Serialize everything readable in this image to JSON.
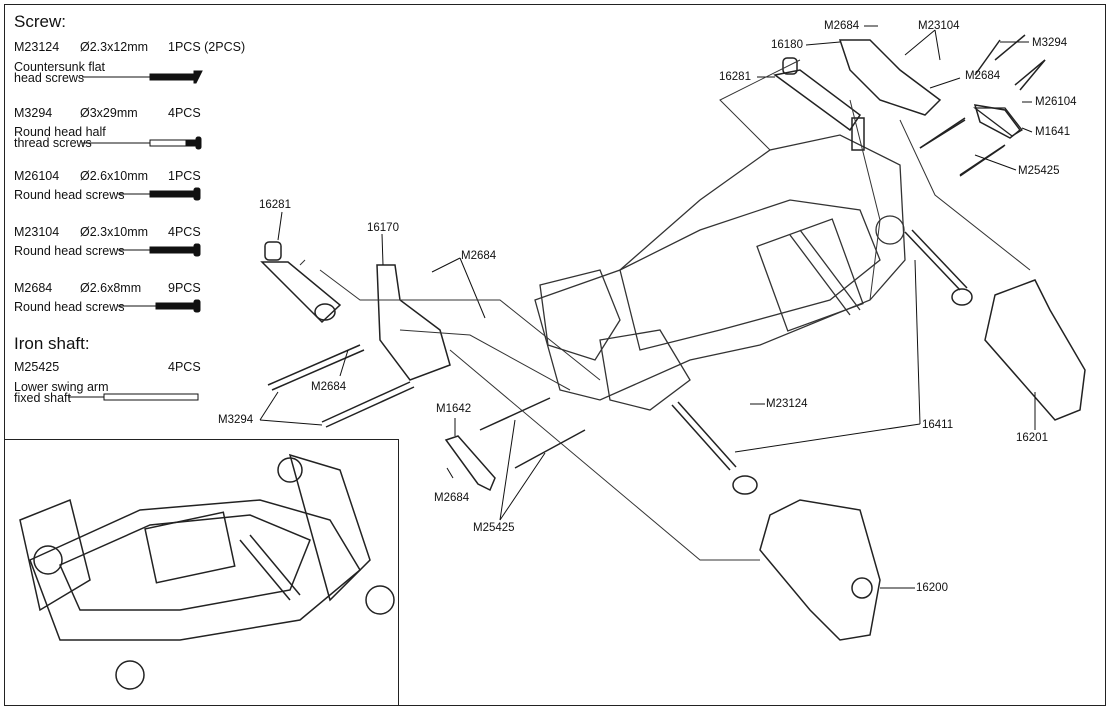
{
  "screw_section": {
    "heading": "Screw:",
    "items": [
      {
        "code": "M23124",
        "size": "Ø2.3x12mm",
        "qty": "1PCS (2PCS)",
        "desc_line1": "Countersunk flat",
        "desc_line2": "head screws"
      },
      {
        "code": "M3294",
        "size": "Ø3x29mm",
        "qty": "4PCS",
        "desc_line1": "Round head half",
        "desc_line2": "thread screws"
      },
      {
        "code": "M26104",
        "size": "Ø2.6x10mm",
        "qty": "1PCS",
        "desc_line1": "Round head screws",
        "desc_line2": ""
      },
      {
        "code": "M23104",
        "size": "Ø2.3x10mm",
        "qty": "4PCS",
        "desc_line1": "Round head screws",
        "desc_line2": ""
      },
      {
        "code": "M2684",
        "size": "Ø2.6x8mm",
        "qty": "9PCS",
        "desc_line1": "Round head screws",
        "desc_line2": ""
      }
    ]
  },
  "shaft_section": {
    "heading": "Iron shaft:",
    "code": "M25425",
    "qty": "4PCS",
    "desc_line1": "Lower swing arm",
    "desc_line2": "fixed shaft"
  },
  "callouts": {
    "c16281_left": "16281",
    "c16170": "16170",
    "c2684_a": "M2684",
    "c2684_b": "M2684",
    "c3294_left": "M3294",
    "c1642": "M1642",
    "c2684_c": "M2684",
    "c25425_bottom": "M25425",
    "c23124": "M23124",
    "c16411": "16411",
    "c16200": "16200",
    "c16201": "16201",
    "c2684_top": "M2684",
    "c23104_top": "M23104",
    "c16180": "16180",
    "c16281_top": "16281",
    "c3294_top": "M3294",
    "c2684_d": "M2684",
    "c26104": "M26104",
    "c1641": "M1641",
    "c25425_right": "M25425"
  }
}
